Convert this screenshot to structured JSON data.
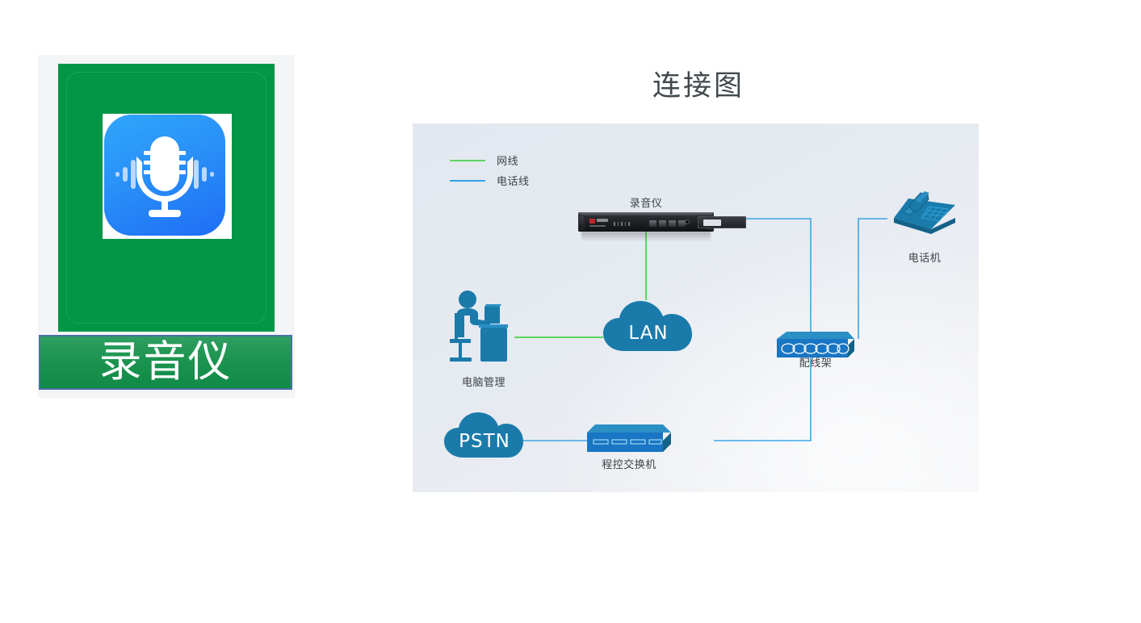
{
  "product_card": {
    "icon_name": "microphone-icon",
    "label": "录音仪",
    "frame_color": "#049647",
    "label_gradient_top": "#2f9f62",
    "label_gradient_bottom": "#108a47",
    "icon_gradient_top": "#2fa6fb",
    "icon_gradient_bottom": "#1f6ef5"
  },
  "diagram": {
    "title": "连接图",
    "panel_background": "#e5e9f0",
    "legend": [
      {
        "label": "网线",
        "color": "#5ed45e",
        "type": "network-cable"
      },
      {
        "label": "电话线",
        "color": "#2ea3e8",
        "type": "telephone-cable"
      }
    ],
    "nodes": [
      {
        "id": "recorder",
        "label": "录音仪",
        "icon": "rack-recorder-icon"
      },
      {
        "id": "lan",
        "label": "LAN",
        "icon": "cloud-icon"
      },
      {
        "id": "pc-admin",
        "label": "电脑管理",
        "icon": "person-at-computer-icon"
      },
      {
        "id": "patch-panel",
        "label": "配线架",
        "icon": "patch-panel-icon"
      },
      {
        "id": "telephone",
        "label": "电话机",
        "icon": "desk-phone-icon"
      },
      {
        "id": "pstn",
        "label": "PSTN",
        "icon": "cloud-icon"
      },
      {
        "id": "pbx",
        "label": "程控交换机",
        "icon": "pbx-switch-icon"
      }
    ],
    "links": [
      {
        "from": "recorder",
        "to": "lan",
        "cable": "网线",
        "color": "#5ed45e"
      },
      {
        "from": "pc-admin",
        "to": "lan",
        "cable": "网线",
        "color": "#5ed45e"
      },
      {
        "from": "recorder",
        "to": "patch-panel",
        "cable": "电话线",
        "color": "#3aa7e8"
      },
      {
        "from": "telephone",
        "to": "patch-panel",
        "cable": "电话线",
        "color": "#3aa7e8"
      },
      {
        "from": "patch-panel",
        "to": "pbx",
        "cable": "电话线",
        "color": "#3aa7e8"
      },
      {
        "from": "pstn",
        "to": "pbx",
        "cable": "电话线",
        "color": "#3aa7e8"
      }
    ],
    "colors": {
      "device_blue": "#1a7bab",
      "device_blue_light": "#2a8fc4",
      "device_blue_dark": "#136288",
      "patch_blue": "#1876c4",
      "text": "#3d4347",
      "title": "#41494d"
    }
  }
}
